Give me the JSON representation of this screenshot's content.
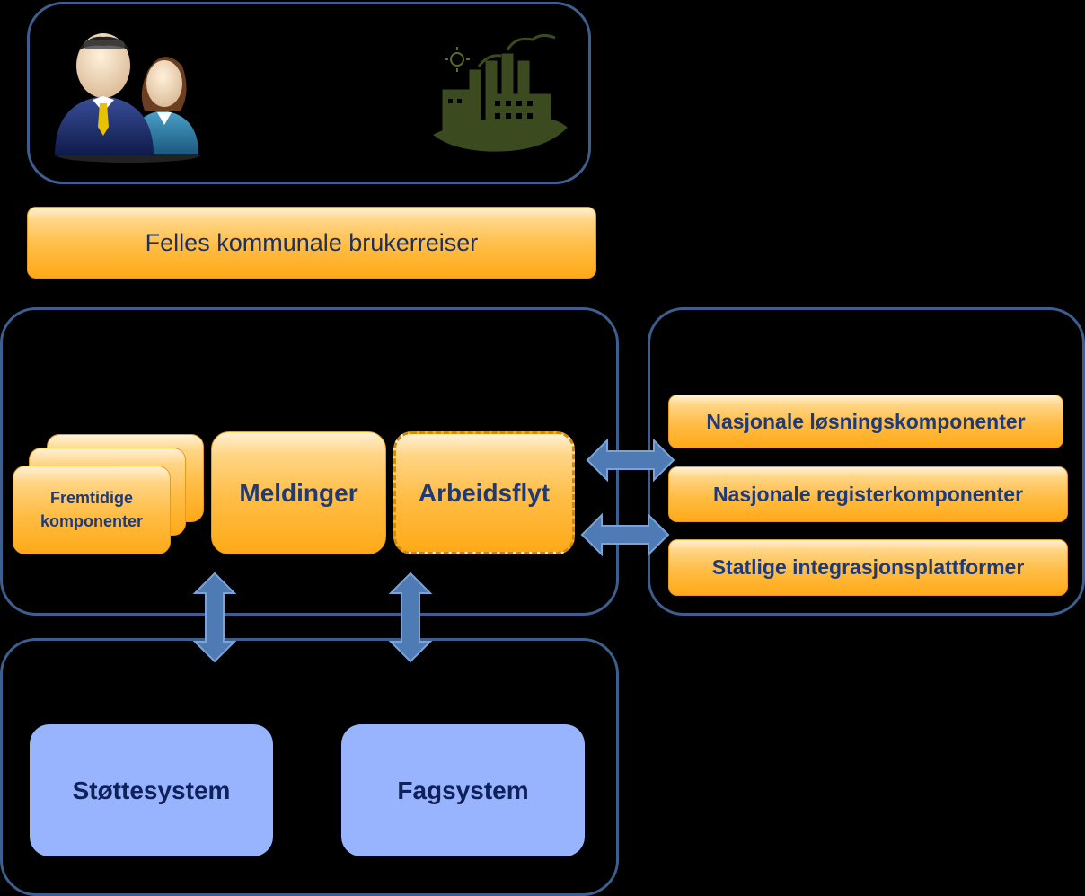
{
  "banner": {
    "label": "Felles kommunale brukerreiser"
  },
  "core": {
    "future_label": "Fremtidige\nkomponenter",
    "messages_label": "Meldinger",
    "workflow_label": "Arbeidsflyt"
  },
  "national": {
    "items": [
      {
        "label": "Nasjonale løsningskomponenter"
      },
      {
        "label": "Nasjonale registerkomponenter"
      },
      {
        "label": "Statlige integrasjonsplattformer"
      }
    ]
  },
  "systems": {
    "support_label": "Støttesystem",
    "domain_label": "Fagsystem"
  },
  "icons": {
    "people": "people-icon",
    "factory": "factory-icon",
    "arrow": "double-arrow-icon"
  },
  "colors": {
    "panel_border": "#3d5f8f",
    "orange": "#ffbd45",
    "text_blue": "#1f3a78",
    "system_blue": "#99b4ff",
    "arrow_blue": "#4f7bb5"
  }
}
